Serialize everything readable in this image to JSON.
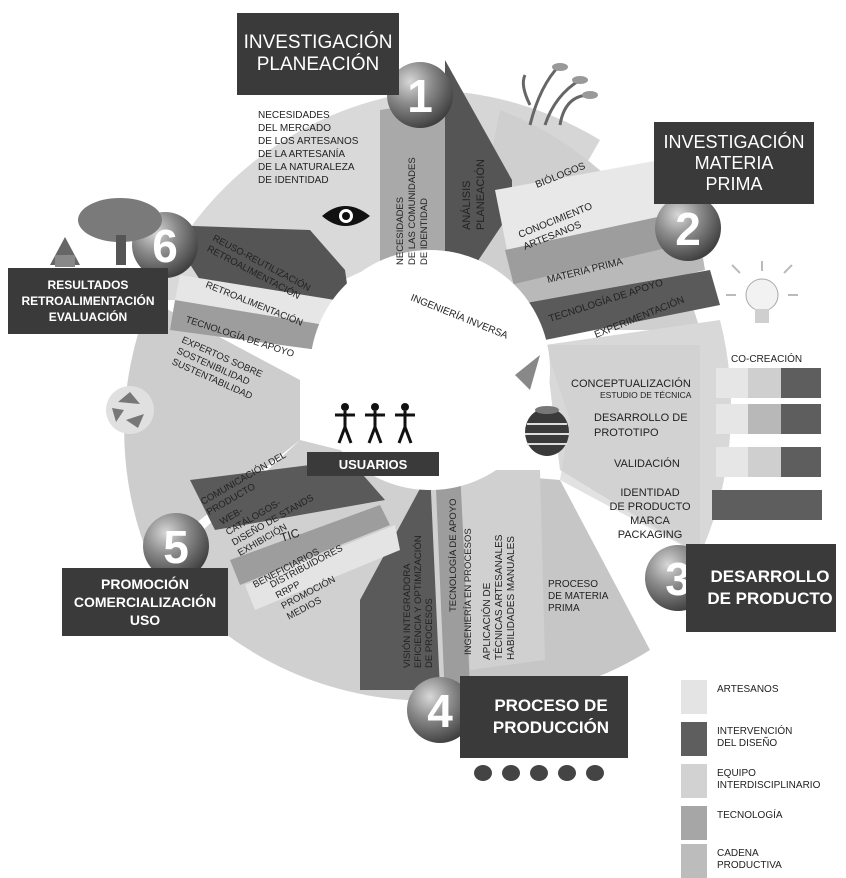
{
  "stages": {
    "s1": {
      "number": "1",
      "title_lines": [
        "INVESTIGACIÓN",
        "PLANEACIÓN"
      ]
    },
    "s2": {
      "number": "2",
      "title_lines": [
        "INVESTIGACIÓN",
        "MATERIA",
        "PRIMA"
      ]
    },
    "s3": {
      "number": "3",
      "title_lines": [
        "DESARROLLO",
        "DE PRODUCTO"
      ]
    },
    "s4": {
      "number": "4",
      "title_lines": [
        "PROCESO DE",
        "PRODUCCIÓN"
      ]
    },
    "s5": {
      "number": "5",
      "title_lines": [
        "PROMOCIÓN",
        "COMERCIALIZACIÓN",
        "USO"
      ]
    },
    "s6": {
      "number": "6",
      "title_lines": [
        "RESULTADOS",
        "RETROALIMENTACIÓN",
        "EVALUACIÓN"
      ]
    }
  },
  "center": {
    "ingenieria_inversa": "INGENIERÍA INVERSA"
  },
  "usuarios": "USUARIOS",
  "segment_texts": {
    "s1_needs": [
      "NECESIDADES",
      "DEL MERCADO",
      "DE LOS ARTESANOS",
      "DE LA ARTESANÍA",
      "DE LA NATURALEZA",
      "DE IDENTIDAD"
    ],
    "s1_comunidades": [
      "NECESIDADES",
      "DE LAS COMUNIDADES",
      "DE IDENTIDAD"
    ],
    "s1_analisis": [
      "ANÁLISIS",
      "PLANEACIÓN"
    ],
    "s2_biologos": "BIÓLOGOS",
    "s2_conocimiento": [
      "CONOCIMIENTO",
      "ARTESANOS"
    ],
    "s2_materia": "MATERIA PRIMA",
    "s2_tecnologia": "TECNOLOGÍA DE APOYO",
    "s2_experimentacion": "EXPERIMENTACIÓN",
    "s3_cocreacion": "CO-CREACIÓN",
    "s3_conceptualizacion": "CONCEPTUALIZACIÓN",
    "s3_estudio": "ESTUDIO DE TÉCNICA",
    "s3_desarrollo": [
      "DESARROLLO DE",
      "PROTOTIPO"
    ],
    "s3_validacion": "VALIDACIÓN",
    "s3_identidad": [
      "IDENTIDAD",
      "DE PRODUCTO",
      "MARCA",
      "PACKAGING"
    ],
    "s4_proceso": [
      "PROCESO",
      "DE MATERIA",
      "PRIMA"
    ],
    "s4_habilidades": [
      "APLICACIÓN DE",
      "TÉCNICAS ARTESANALES",
      "HABILIDADES MANUALES"
    ],
    "s4_ingenieria": "INGENIERÍA EN PROCESOS",
    "s4_tecnologia": "TECNOLOGÍA DE APOYO",
    "s4_vision": [
      "VISIÓN INTEGRADORA",
      "EFICIENCIA Y OPTIMIZACIÓN",
      "DE PROCESOS"
    ],
    "s5_comunicacion": [
      "COMUNICACIÓN DEL",
      "PRODUCTO"
    ],
    "s5_web": [
      "WEB-",
      "CATÁLOGOS-",
      "DISEÑO DE STANDS",
      "EXHIBICIÓN"
    ],
    "s5_tic": "TIC",
    "s5_beneficiarios": "BENEFICIARIOS",
    "s5_distribuidores": [
      "DISTRIBUIDORES",
      "RRPP",
      "PROMOCIÓN",
      "MEDIOS"
    ],
    "s6_reuso": [
      "REUSO-REUTILIZACIÓN",
      "RETROALIMENTACIÓN"
    ],
    "s6_retro": "RETROALIMENTACIÓN",
    "s6_tecnologia": "TECNOLOGÍA DE APOYO",
    "s6_expertos": [
      "EXPERTOS SOBRE",
      "SOSTENIBILIDAD",
      "SUSTENTABILIDAD"
    ]
  },
  "legend": [
    {
      "lines": [
        "ARTESANOS"
      ],
      "color": "#e4e4e4"
    },
    {
      "lines": [
        "INTERVENCIÓN",
        "DEL DISEÑO"
      ],
      "color": "#5e5e5e"
    },
    {
      "lines": [
        "EQUIPO",
        "INTERDISCIPLINARIO"
      ],
      "color": "#d2d2d2"
    },
    {
      "lines": [
        "TECNOLOGÍA"
      ],
      "color": "#a6a6a6"
    },
    {
      "lines": [
        "CADENA",
        "PRODUCTIVA"
      ],
      "color": "#bcbcbc"
    }
  ],
  "colors": {
    "artesanos": "#e4e4e4",
    "diseno": "#5e5e5e",
    "equipo": "#d2d2d2",
    "tecnologia": "#a6a6a6",
    "cadena": "#bcbcbc",
    "box": "#3a3a3a"
  }
}
